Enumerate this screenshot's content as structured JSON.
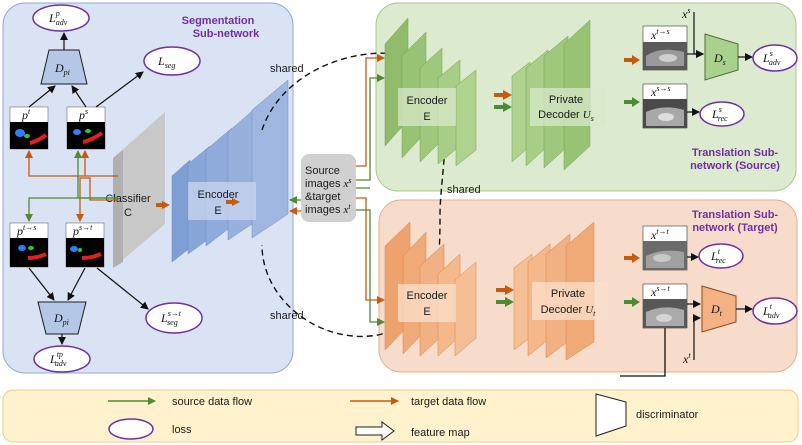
{
  "colors": {
    "source_flow": "#4f8a37",
    "target_flow": "#c55a11",
    "segmentation_bg": "#dae3f3",
    "translation_source_bg": "#dcebcf",
    "translation_target_bg": "#f8dccb",
    "legend_bg": "#fff2cc",
    "panel_title": "#7030a0"
  },
  "segmentation": {
    "title_line1": "Segmentation",
    "title_line2": "Sub-network",
    "classifier_label_1": "Classifier",
    "classifier_label_2": "C",
    "encoder_label_1": "Encoder",
    "encoder_label_2": "E",
    "disc_top": "D",
    "disc_top_sub": "pi",
    "disc_bottom": "D",
    "disc_bottom_sub": "pi",
    "loss_adv_p": {
      "base": "L",
      "sub": "adv",
      "sup": "p"
    },
    "loss_seg": {
      "base": "L",
      "sub": "seg"
    },
    "loss_seg_st": {
      "base": "L",
      "sub": "seg",
      "sup": "s→t"
    },
    "loss_adv_tp": {
      "base": "L",
      "sub": "adv",
      "sup": "tp"
    },
    "pred_t": {
      "base": "p",
      "sup": "t"
    },
    "pred_s": {
      "base": "p",
      "sup": "s"
    },
    "pred_ts": {
      "base": "p",
      "sup": "t→s"
    },
    "pred_st": {
      "base": "p",
      "sup": "s→t"
    }
  },
  "center": {
    "line1": "Source",
    "line2": "images ",
    "line2_math": "x",
    "line2_sup": "s",
    "line3": "&target",
    "line4": "images ",
    "line4_math": "x",
    "line4_sup": "t",
    "shared_1": "shared",
    "shared_2": "shared",
    "shared_3": "shared"
  },
  "translation_source": {
    "title_line1": "Translation Sub-",
    "title_line2": "network (Source)",
    "encoder_label_1": "Encoder",
    "encoder_label_2": "E",
    "decoder_label_1": "Private",
    "decoder_label_2": "Decoder",
    "decoder_math": "U",
    "decoder_sub": "s",
    "img_top": {
      "base": "x",
      "sup": "t→s"
    },
    "img_bottom": {
      "base": "x",
      "sup": "s→s"
    },
    "input_x": {
      "base": "x",
      "sup": "s"
    },
    "disc": "D",
    "disc_sub": "s",
    "loss_adv": {
      "base": "L",
      "sub": "adv",
      "sup": "s"
    },
    "loss_rec": {
      "base": "L",
      "sub": "rec",
      "sup": "s"
    }
  },
  "translation_target": {
    "title_line1": "Translation Sub-",
    "title_line2": "network (Target)",
    "encoder_label_1": "Encoder",
    "encoder_label_2": "E",
    "decoder_label_1": "Private",
    "decoder_label_2": "Decoder",
    "decoder_math": "U",
    "decoder_sub": "t",
    "img_top": {
      "base": "x",
      "sup": "t→t"
    },
    "img_bottom": {
      "base": "x",
      "sup": "s→t"
    },
    "input_x": {
      "base": "x",
      "sup": "t"
    },
    "disc": "D",
    "disc_sub": "t",
    "loss_rec": {
      "base": "L",
      "sub": "rec",
      "sup": "t"
    },
    "loss_adv": {
      "base": "L",
      "sub": "adv",
      "sup": "t"
    }
  },
  "legend": {
    "source_flow": "source data flow",
    "target_flow": "target data flow",
    "discriminator": "discriminator",
    "loss": "loss",
    "feature_map": "feature map"
  }
}
